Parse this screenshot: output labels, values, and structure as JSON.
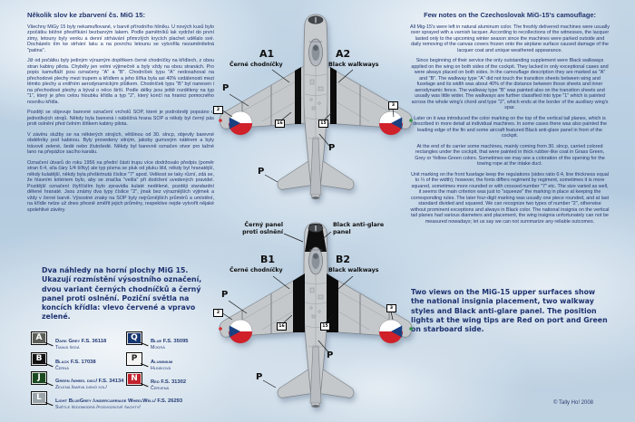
{
  "left_column": {
    "title": "Několik slov ke zbarvení čs. MiG 15:",
    "paragraphs": [
      "Všechny MiGy 15 byly nekamuflované, v barvě přírodního hliníku. U nových kusů bylo zpočátku běžné přestříkání bezbarvým lakem. Podle pamětníků lak vydržel do první zimy, letouny byly venku a denní strhávání přimrzlých krycích plachet udělalo své. Docházelo tím ke strhání laku a na povrchu letounu se vytvořila nezaměnitelná \"patina\".",
      "Již od počátku byly jediným výrazným doplňkem černé chodníčky na křídlech, z obou stran kabiny pilota. Chyběly jen velmi výjimečně a byly vždy na obou stranách. Pro popis kamufláží jsou označeny \"A\" a \"B\". Chodníček typu \"A\" nedosahoval na přechodové plechy mezi trupem a křídlem a jeho šířka byla asi 40% vzdálenosti mezi těmito plechy a vnitřním aerodynamickým plůtkem. Chodníček typu \"B\" byl nanesen i na přechodové plechy a býval o něco širší. Podle délky jsou ještě rozděleny na typ \"1\", který je přes celou hloubku křídla a typ \"2\", který končí na hranici pomocného nosníku křídla.",
      "Později se objevuje barevné označení vrcholů SOP, které je podrobněji popsáno u jednotlivých strojů. Někdy byla barevná i náběžná hrana SOP a někdy byl černý pás proti oslnění před čelním štítkem kabiny pilota.",
      "V závěru služby se na některých strojích, většinou od 30. slncp, objevily barevné obdélníky pod kabinou. Byly provedeny silným, jakoby gumovým nátěrem a byly trávově zelené, šedé nebo žlutošedé. Někdy byl barevně označen otvor pro tažné lano na přepážce sacího kanálu.",
      "Označení útvarů do roku 1956 na přední části trupu více dodržovalo předpis (poměr stran 6:4, síla čáry 1/4 šířky) ale typ písma se pluk od pluku lišil, někdy byl hranatější, někdy kulatější, někdy byla přeškrtnutá číslice \"7\" apod. Velikost se taky různí, zdá se, že hlavním kritériem bylo, aby se značka \"vešla\" při dodržení uvedených pravidel. Pozdější označení čtyřčíslím bylo zpravidla kulaté nedělené, později standardní dělené hranaté. Jsou známy dva typy číslice \"2\", jinak bez výraznějších výjimek a vždy v černé barvě. Výsostné znaky na SOP byly nejrůznějších průměrů a umístění, na křídle nelze už dnes přesně změřit jejich průměry, respektive nejde vytvořit nějaké spolehlivé závěry."
    ],
    "summary": "Dva náhledy na horní plochy MiG 15. Ukazují rozmístění výsostního označení, dvou variant černých chodníčků a černý panel proti oslnění. Poziční světla na koncích křídla: vlevo červené a vpravo zelené."
  },
  "right_column": {
    "title": "Few notes on the Czechoslovak MiG-15's camouflage:",
    "paragraphs": [
      "All Mig-15's were left in natural aluminum color. The freshly delivered machines were usually over sprayed with a varnish lacquer. According to recollections of the witnesses, the lacquer lasted only to the upcoming winter season since the machines were parked outside and daily removing of the canvas covers frozen onto the airplane surface caused damage of the lacquer coat and unique weathered appearance.",
      "Since beginning of their service the only outstanding supplement were Black walkways applied on the wing on both sides of the cockpit. They lacked in only exceptional cases and were always placed on both sides. In the camouflage description they are marked as \"A\" and \"B\". The walkway type \"A\" did not touch the transition sheets between wing and fuselage and its width was about 40% of the distance between those sheets and inner aerodynamic fence. The walkway type \"B\" was painted also on the transition sheets and usually was little wider. The walkways are further classified into type \"1\" which is painted across the whole wing's chord and type \"2\", which ends at the border of the auxiliary wing's spar.",
      "Later on it was introduced the color marking on the top of the vertical tail planes, which is described in more detail at individual machines. In some cases there was also painted the leading edge of the fin and some aircraft featured Black anti-glare panel in front of the cockpit.",
      "At the end of its carrier some machines, mainly coming from 30. slncp, carried colored rectangles under the cockpit, that were painted in thick rubber-like coat in Grass Green, Grey or Yellow-Green colors. Sometimes we may see a coloration of the opening for the towing rope at the intake duct.",
      "Unit marking on the front fuselage keep the regulations (sides ratio 6:4, line thickness equal to ¼ of the width); however, the fonts differs regiment by regiment, sometimes it is more squared, sometimes more rounded or with crossed number \"7\" etc. The size varied as well, it seems the main criterion was just to \"squeeze\" the marking in place at keeping the corresponding rules. The later four-digit marking was usually one piece rounded, and at last standard divided and squared. We can recognize two types of number \"2\", otherwise without prominent exceptions and always in Black color. The national insignia on the vertical tail planes had various diameters and placement, the wing insignia unfortunately can not be measured nowadays; let us say we can not summarize any reliable outcomes."
    ],
    "summary": "Two views on the MiG-15 upper surfaces show the national insignia placement, two walkway styles and Black anti-glare panel. The position lights at the wing tips are Red on port and Green on starboard side."
  },
  "diagram": {
    "top": {
      "id1": "A1",
      "id1_sub": "Černé chodníčky",
      "id2": "A2",
      "id2_sub": "Black walkways",
      "p": "P",
      "refs": {
        "left_roundel": "2",
        "right_roundel": "3",
        "left_walkway": "16",
        "right_walkway": "15"
      }
    },
    "bottom": {
      "panel_cz_1": "Černý panel",
      "panel_cz_2": "proti oslnění",
      "panel_en_1": "Black anti-glare",
      "panel_en_2": "panel",
      "id1": "B1",
      "id1_sub": "Černé chodníčky",
      "id2": "B2",
      "id2_sub": "Black walkways",
      "p": "P",
      "refs": {
        "left_roundel": "2",
        "right_roundel": "3",
        "left_walkway": "16",
        "right_walkway": "15"
      }
    }
  },
  "legend": {
    "col1": [
      {
        "code": "A",
        "en": "Dark Grey F.S. 36118",
        "cz": "Tmavá šedá",
        "color": "#5a5f58"
      },
      {
        "code": "B",
        "en": "Black F.S. 17038",
        "cz": "Černá",
        "color": "#121212"
      },
      {
        "code": "J",
        "en": "Green /wheel disc/ F.S. 34134",
        "cz": "Zelená /barva disků kol/",
        "color": "#1c4a20"
      },
      {
        "code": "L",
        "en": "Light BlueGrey /undercarriage WheelWell/ F.S. 26293",
        "cz": "Světle šedomodrá /podvozkové šachty/",
        "color": "#99a3a8"
      }
    ],
    "col2": [
      {
        "code": "Q",
        "en": "Blue F.S. 35095",
        "cz": "Modrá",
        "color": "#16366f"
      },
      {
        "code": "P",
        "en": "Aluminium",
        "cz": "Hliníková",
        "color": "#f4f4f2"
      },
      {
        "code": "N",
        "en": "Red F.S. 31302",
        "cz": "Červená",
        "color": "#c2232e"
      }
    ]
  },
  "footer": {
    "copyright": "© Tally Ho! 2008"
  },
  "colors": {
    "body_text": "#22356e",
    "roundel_blue": "#1a4080",
    "roundel_red": "#d0202a",
    "position_light_port": "#d42b30",
    "position_light_starboard": "#2f9147",
    "walkway_black": "#0c0c0c",
    "airframe_grey": "#c7cbce"
  }
}
